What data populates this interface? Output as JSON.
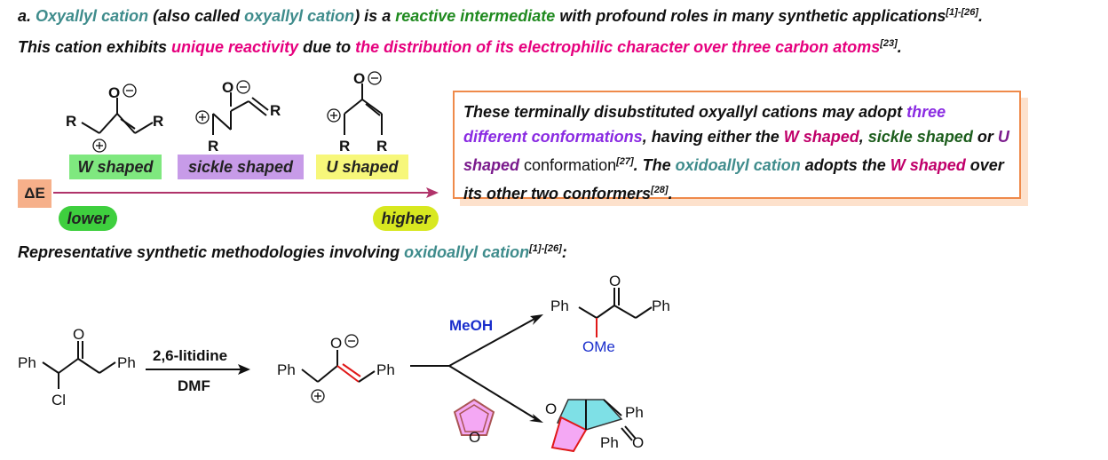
{
  "para": {
    "l1_a": "a. ",
    "l1_b": "Oxyallyl cation",
    "l1_c": " (also called ",
    "l1_d": "oxyallyl cation",
    "l1_e": ") is a ",
    "l1_f": "reactive intermediate",
    "l1_g": " with profound roles in many synthetic applications",
    "l1_sup": "[1]-[26]",
    "l1_end": ".",
    "l2_a": "This cation exhibits ",
    "l2_b": "unique reactivity",
    "l2_c": " due to ",
    "l2_d": "the distribution of its electrophilic character over three carbon atoms",
    "l2_sup": "[23]",
    "l2_end": "."
  },
  "conformers": {
    "w_label": "W shaped",
    "sickle_label": "sickle shaped",
    "u_label": "U shaped",
    "delta_e": "ΔE",
    "lower": "lower",
    "higher": "higher",
    "colors": {
      "w": "#7fe87f",
      "sickle": "#c79be8",
      "u": "#f7f77a",
      "lower": "#3ecf3e",
      "higher": "#d8e820",
      "de": "#f6b08a"
    }
  },
  "box": {
    "t1": "These terminally disubstituted oxyallyl cations may adopt ",
    "t2": "three different conformations",
    "t3": ", having either the ",
    "t4": "W shaped",
    "t5": ", ",
    "t6": "sickle shaped",
    "t7": " or ",
    "t8": "U shaped",
    "t9": " conformation",
    "t9sup": "[27]",
    "t10": ". The ",
    "t11": "oxidoallyl cation",
    "t12": " adopts the ",
    "t13": "W shaped",
    "t14": " over its other two conformers",
    "t14sup": "[28]",
    "t15": "."
  },
  "methods": {
    "heading_a": "Representative synthetic methodologies involving ",
    "heading_b": "oxidoallyl cation",
    "heading_sup": "[1]-[26]",
    "heading_end": ":"
  },
  "scheme": {
    "ph": "Ph",
    "cl": "Cl",
    "o": "O",
    "ome": "OMe",
    "r": "R",
    "reagent_top": "2,6-litidine",
    "reagent_bottom": "DMF",
    "meoh": "MeOH"
  }
}
